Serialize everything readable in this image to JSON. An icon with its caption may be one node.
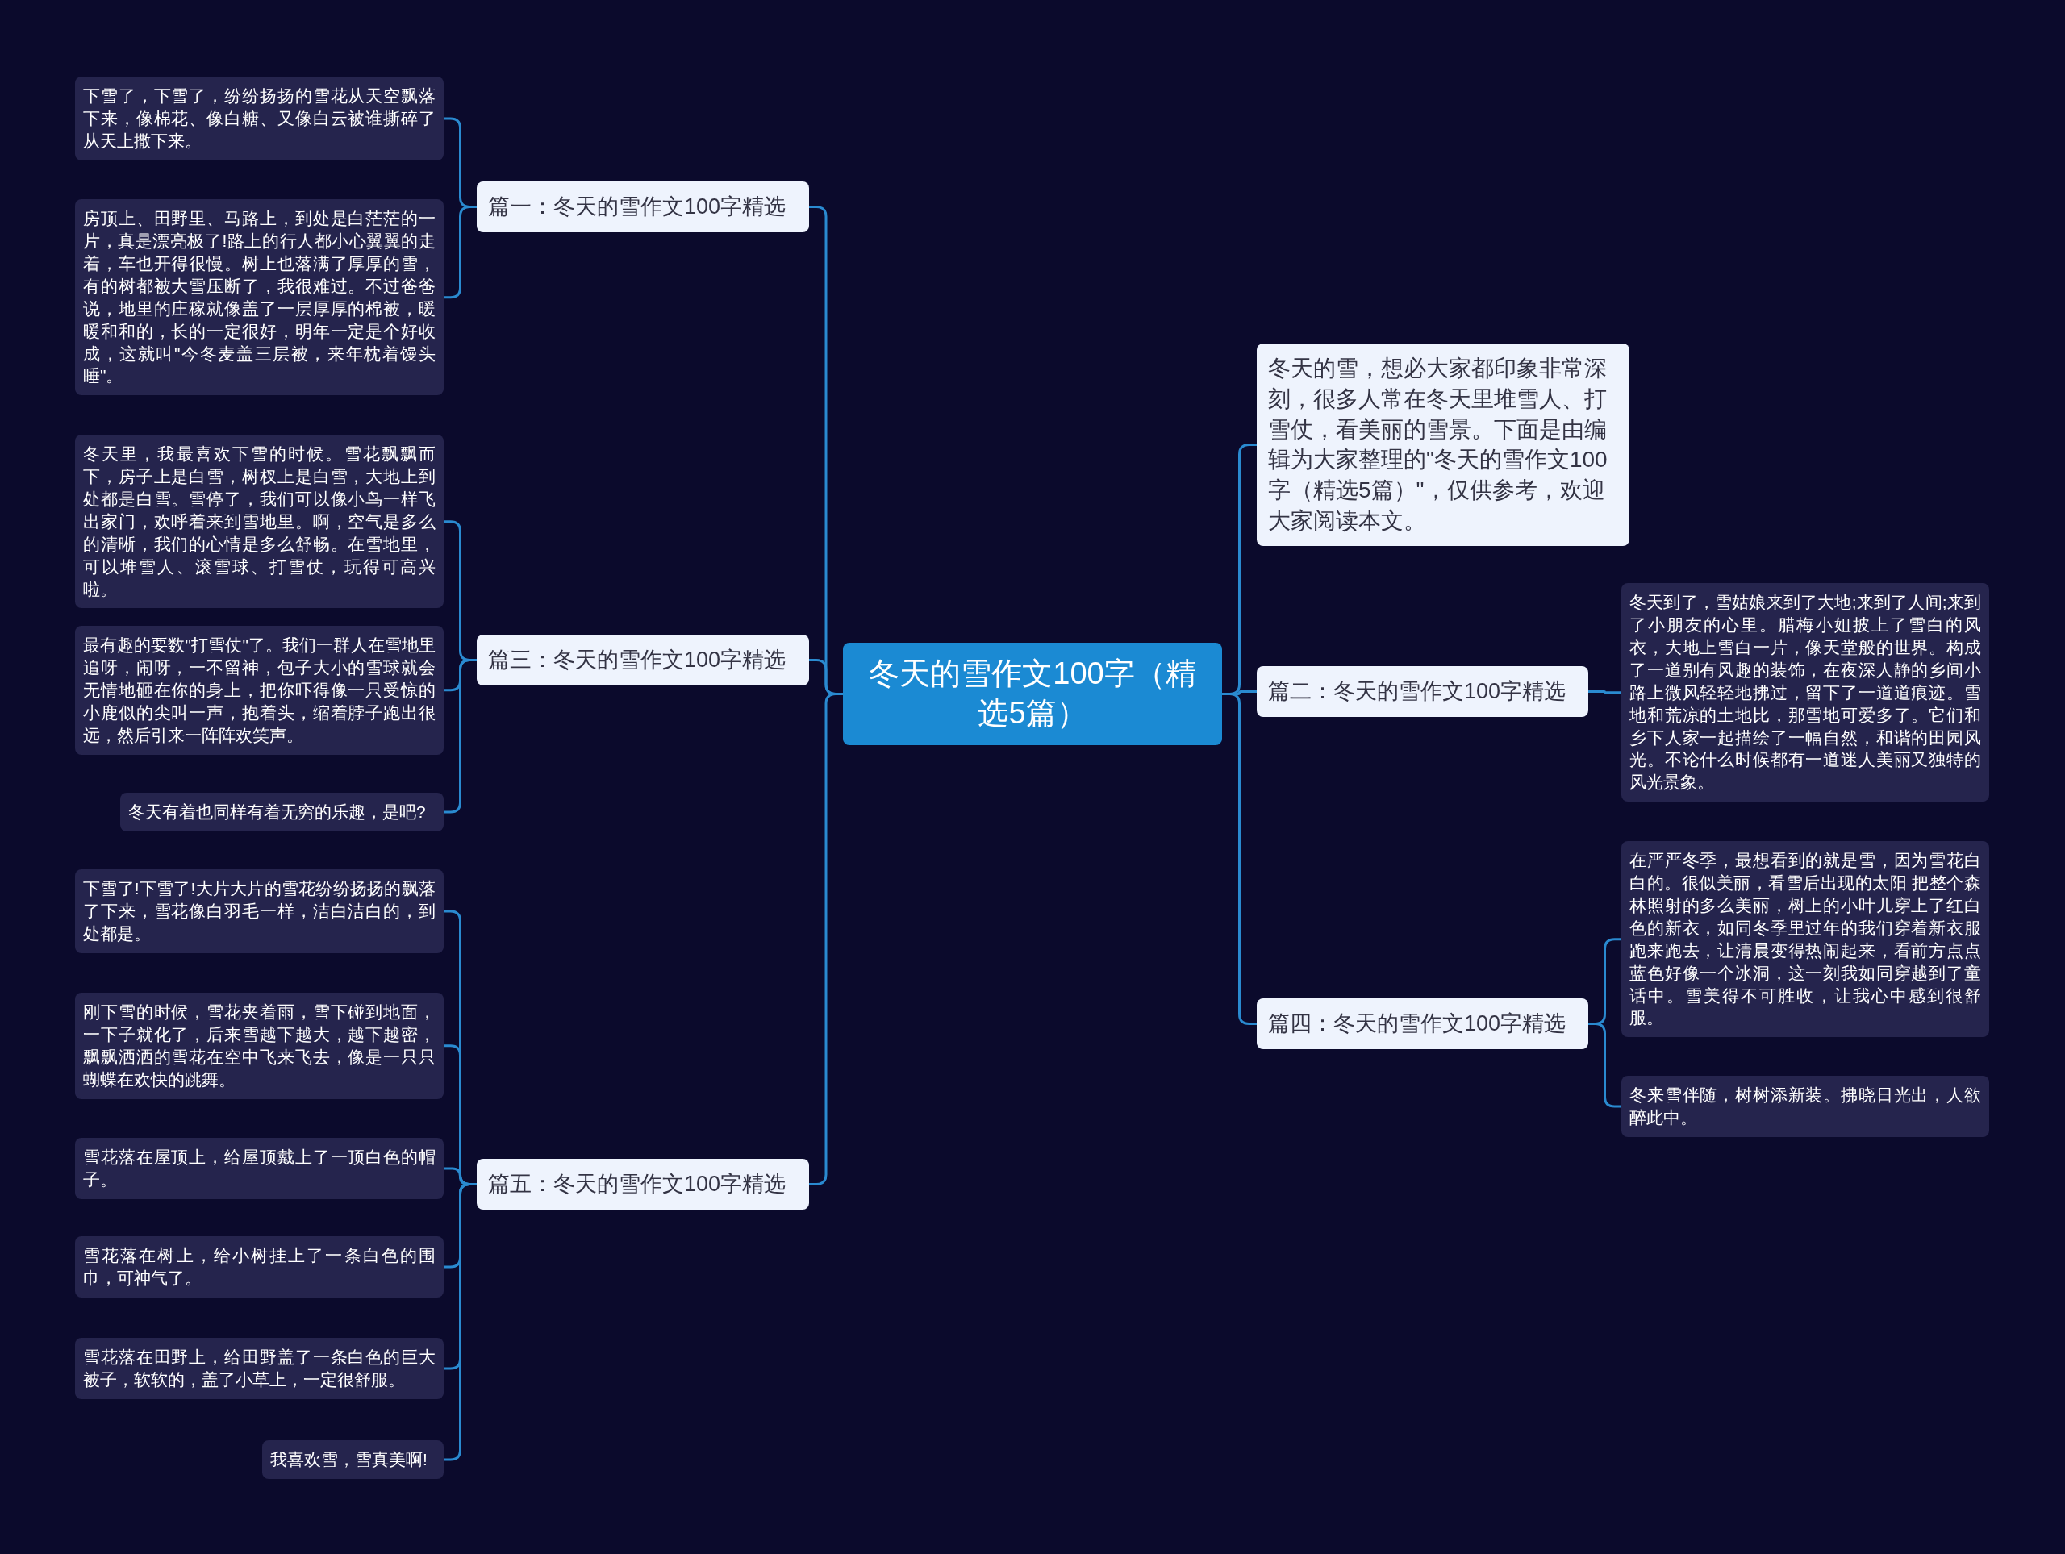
{
  "diagram": {
    "nodes": [
      {
        "text": [
          "冬天的雪作文100字（精选5篇）"
        ]
      },
      {
        "text": [
          "篇一：冬天的雪作文100字精选"
        ]
      },
      {
        "text": [
          "下雪了，下雪了，纷纷扬扬的雪花从天空飘落下来，像棉花、像白糖、又像白云被谁撕碎了从天上撒下来。"
        ]
      },
      {
        "text": [
          "房顶上、田野里、马路上，到处是白茫茫的一片，真是漂亮极了!路上的行人都小心翼翼的走着，车也开得很慢。树上也落满了厚厚的雪，有的树都被大雪压断了，我很难过。不过爸爸说，地里的庄稼就像盖了一层厚厚的棉被，暖暖和和的，长的一定很好，明年一定是个好收成，这就叫\"今冬麦盖三层被，来年枕着馒头睡\"。"
        ]
      },
      {
        "text": [
          "篇三：冬天的雪作文100字精选"
        ]
      },
      {
        "text": [
          "冬天里，我最喜欢下雪的时候。雪花飘飘而下，房子上是白雪，树杈上是白雪，大地上到处都是白雪。雪停了，我们可以像小鸟一样飞出家门，欢呼着来到雪地里。啊，空气是多么的清晰，我们的心情是多么舒畅。在雪地里，可以堆雪人、滚雪球、打雪仗，玩得可高兴啦。"
        ]
      },
      {
        "text": [
          "最有趣的要数\"打雪仗\"了。我们一群人在雪地里追呀，闹呀，一不留神，包子大小的雪球就会无情地砸在你的身上，把你吓得像一只受惊的小鹿似的尖叫一声，抱着头，缩着脖子跑出很远，然后引来一阵阵欢笑声。"
        ]
      },
      {
        "text": [
          "冬天有着也同样有着无穷的乐趣，是吧?"
        ]
      },
      {
        "text": [
          "篇五：冬天的雪作文100字精选"
        ]
      },
      {
        "text": [
          "下雪了!下雪了!大片大片的雪花纷纷扬扬的飘落了下来，雪花像白羽毛一样，洁白洁白的，到处都是。"
        ]
      },
      {
        "text": [
          "刚下雪的时候，雪花夹着雨，雪下碰到地面，一下子就化了，后来雪越下越大，越下越密，飘飘洒洒的雪花在空中飞来飞去，像是一只只蝴蝶在欢快的跳舞。"
        ]
      },
      {
        "text": [
          "雪花落在屋顶上，给屋顶戴上了一顶白色的帽子。"
        ]
      },
      {
        "text": [
          "雪花落在树上，给小树挂上了一条白色的围巾，可神气了。"
        ]
      },
      {
        "text": [
          "雪花落在田野上，给田野盖了一条白色的巨大被子，软软的，盖了小草上，一定很舒服。"
        ]
      },
      {
        "text": [
          "我喜欢雪，雪真美啊!"
        ]
      },
      {
        "text": [
          "冬天的雪，想必大家都印象非常深刻，很多人常在冬天里堆雪人、打雪仗，看美丽的雪景。下面是由编辑为大家整理的\"冬天的雪作文100字（精选5篇）\"，仅供参考，欢迎大家阅读本文。"
        ]
      },
      {
        "text": [
          "篇二：冬天的雪作文100字精选"
        ]
      },
      {
        "text": [
          "冬天到了，雪姑娘来到了大地;来到了人间;来到了小朋友的心里。腊梅小姐披上了雪白的风衣，大地上雪白一片，像天堂般的世界。构成了一道别有风趣的装饰，在夜深人静的乡间小路上微风轻轻地拂过，留下了一道道痕迹。雪地和荒凉的土地比，那雪地可爱多了。它们和乡下人家一起描绘了一幅自然，和谐的田园风光。不论什么时候都有一道迷人美丽又独特的风光景象。"
        ]
      },
      {
        "text": [
          "篇四：冬天的雪作文100字精选"
        ]
      },
      {
        "text": [
          "在严严冬季，最想看到的就是雪，因为雪花白白的。很似美丽，看雪后出现的太阳 把整个森林照射的多么美丽，树上的小叶儿穿上了红白色的新衣，如同冬季里过年的我们穿着新衣服跑来跑去，让清晨变得热闹起来，看前方点点蓝色好像一个冰洞，这一刻我如同穿越到了童话中。雪美得不可胜收，让我心中感到很舒服。"
        ]
      },
      {
        "text": [
          "冬来雪伴随，树树添新装。拂晓日光出，人欲醉此中。"
        ]
      }
    ],
    "edges": [
      {
        "from": 0,
        "to": 1,
        "arrow": "none"
      },
      {
        "from": 1,
        "to": 2,
        "arrow": "none"
      },
      {
        "from": 1,
        "to": 3,
        "arrow": "none"
      },
      {
        "from": 0,
        "to": 4,
        "arrow": "none"
      },
      {
        "from": 4,
        "to": 5,
        "arrow": "none"
      },
      {
        "from": 4,
        "to": 6,
        "arrow": "none"
      },
      {
        "from": 4,
        "to": 7,
        "arrow": "none"
      },
      {
        "from": 0,
        "to": 8,
        "arrow": "none"
      },
      {
        "from": 8,
        "to": 9,
        "arrow": "none"
      },
      {
        "from": 8,
        "to": 10,
        "arrow": "none"
      },
      {
        "from": 8,
        "to": 11,
        "arrow": "none"
      },
      {
        "from": 8,
        "to": 12,
        "arrow": "none"
      },
      {
        "from": 8,
        "to": 13,
        "arrow": "none"
      },
      {
        "from": 8,
        "to": 14,
        "arrow": "none"
      },
      {
        "from": 0,
        "to": 15,
        "arrow": "none"
      },
      {
        "from": 0,
        "to": 16,
        "arrow": "none"
      },
      {
        "from": 16,
        "to": 17,
        "arrow": "none"
      },
      {
        "from": 0,
        "to": 18,
        "arrow": "none"
      },
      {
        "from": 18,
        "to": 19,
        "arrow": "none"
      },
      {
        "from": 18,
        "to": 20,
        "arrow": "none"
      }
    ]
  }
}
